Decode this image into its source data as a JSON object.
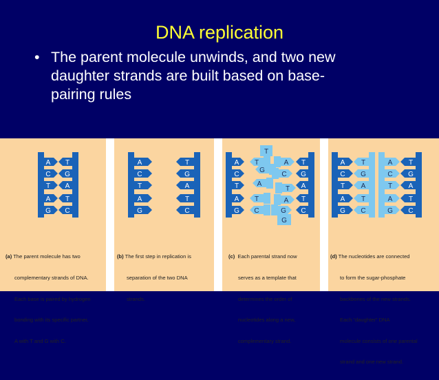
{
  "slide": {
    "title": "DNA replication",
    "bullet": "The parent molecule unwinds, and two new daughter strands are built based on base-pairing rules",
    "bullet_lines": [
      "The parent molecule unwinds, and two new",
      "daughter strands are built based on base-",
      "pairing rules"
    ]
  },
  "figure": {
    "panels": [
      {
        "id": "a",
        "caption_prefix": "(a)",
        "caption_lines": [
          "(a) The parent molecule has two",
          "complementary strands of DNA.",
          "Each base is paired by hydrogen",
          "bonding with its specific partner,",
          "A with T and G with C."
        ],
        "left": [
          "A",
          "C",
          "T",
          "A",
          "G"
        ],
        "right": [
          "T",
          "G",
          "A",
          "T",
          "C"
        ]
      },
      {
        "id": "b",
        "caption_prefix": "(b)",
        "caption_lines": [
          "(b) The first step in replication is",
          "separation of the two DNA",
          "strands."
        ],
        "left": [
          "A",
          "C",
          "T",
          "A",
          "G"
        ],
        "right": [
          "T",
          "G",
          "A",
          "T",
          "C"
        ]
      },
      {
        "id": "c",
        "caption_prefix": "(c)",
        "caption_lines": [
          "(c)  Each parental strand now",
          "serves as a template that",
          "determines the order of",
          "nucleotides along a new,",
          "complementary strand."
        ],
        "left": [
          "A",
          "C",
          "T",
          "A",
          "G"
        ],
        "left_new": [
          "T",
          "G",
          "A",
          "T",
          "C"
        ],
        "right_new": [
          "A",
          "C",
          "T",
          "A",
          "G"
        ],
        "right": [
          "T",
          "G",
          "A",
          "T",
          "C"
        ]
      },
      {
        "id": "d",
        "caption_prefix": "(d)",
        "caption_lines": [
          "(d) The nucleotides are connected",
          "to form the sugar-phosphate",
          "backbones of the new strands.",
          "Each “daughter” DNA",
          "molecule consists of one parental",
          "strand and one new strand."
        ],
        "left": [
          "A",
          "C",
          "T",
          "A",
          "G"
        ],
        "left_new": [
          "T",
          "G",
          "A",
          "T",
          "C"
        ],
        "right_new": [
          "A",
          "C",
          "T",
          "A",
          "G"
        ],
        "right": [
          "T",
          "G",
          "A",
          "T",
          "C"
        ]
      }
    ]
  },
  "colors": {
    "background": "#000066",
    "title": "#ffff33",
    "figure_bg": "#fbd5a0",
    "parent_strand": "#1a63b8",
    "new_strand": "#7ec8ef"
  }
}
